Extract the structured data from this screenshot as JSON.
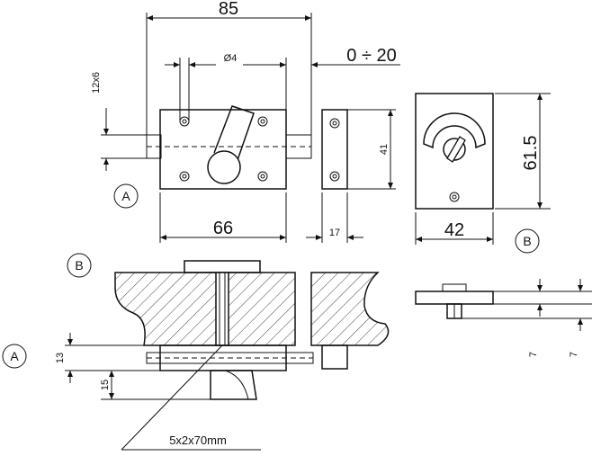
{
  "dimensions": {
    "overall_width": "85",
    "pin_diameter": "Ø4",
    "bolt_travel": "0 ÷ 20",
    "hole_offset": "12x6",
    "body_height": "41",
    "body_width": "66",
    "keeper_width": "17",
    "indicator_height": "61.5",
    "indicator_width": "42",
    "section_13": "13",
    "section_15": "15",
    "plate_7a": "7",
    "plate_7b": "7",
    "spindle": "5x2x70mm"
  },
  "view_labels": {
    "a_top": "A",
    "b_top": "B",
    "b_left": "B",
    "a_left": "A"
  },
  "colors": {
    "line": "#111111",
    "hatch": "#444444"
  }
}
